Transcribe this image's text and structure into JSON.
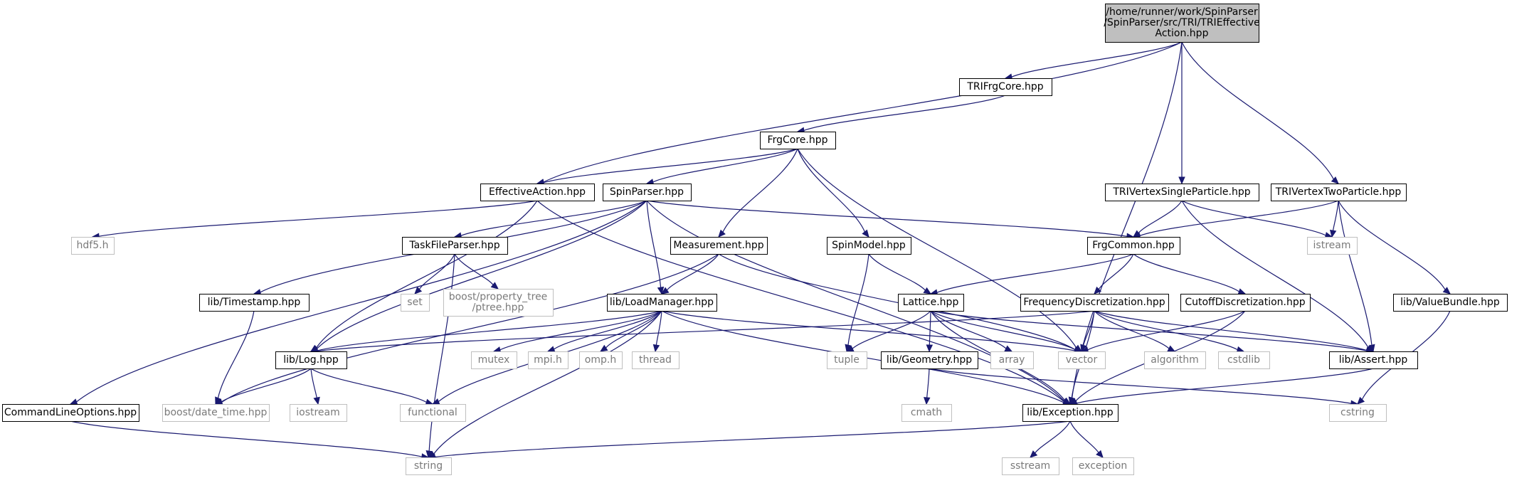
{
  "diagram": {
    "type": "include-dependency-graph",
    "colors": {
      "edge": "#191970",
      "root_fill": "#bfbfbf",
      "node_border": "#000000",
      "external_border": "#bfbfbf",
      "external_text": "#7a7a7a"
    },
    "nodes": [
      {
        "id": "root",
        "lines": [
          "/home/runner/work/SpinParser",
          "/SpinParser/src/TRI/TRIEffective",
          "Action.hpp"
        ],
        "kind": "root"
      },
      {
        "id": "trifrgcore",
        "lines": [
          "TRIFrgCore.hpp"
        ],
        "kind": "project"
      },
      {
        "id": "frgcore",
        "lines": [
          "FrgCore.hpp"
        ],
        "kind": "project"
      },
      {
        "id": "effectiveaction",
        "lines": [
          "EffectiveAction.hpp"
        ],
        "kind": "project"
      },
      {
        "id": "spinparser",
        "lines": [
          "SpinParser.hpp"
        ],
        "kind": "project"
      },
      {
        "id": "trivsp",
        "lines": [
          "TRIVertexSingleParticle.hpp"
        ],
        "kind": "project"
      },
      {
        "id": "trivtp",
        "lines": [
          "TRIVertexTwoParticle.hpp"
        ],
        "kind": "project"
      },
      {
        "id": "hdf5",
        "lines": [
          "hdf5.h"
        ],
        "kind": "external"
      },
      {
        "id": "taskfileparser",
        "lines": [
          "TaskFileParser.hpp"
        ],
        "kind": "project"
      },
      {
        "id": "measurement",
        "lines": [
          "Measurement.hpp"
        ],
        "kind": "project"
      },
      {
        "id": "spinmodel",
        "lines": [
          "SpinModel.hpp"
        ],
        "kind": "project"
      },
      {
        "id": "frgcommon",
        "lines": [
          "FrgCommon.hpp"
        ],
        "kind": "project"
      },
      {
        "id": "istream",
        "lines": [
          "istream"
        ],
        "kind": "external"
      },
      {
        "id": "set",
        "lines": [
          "set"
        ],
        "kind": "external"
      },
      {
        "id": "ptree",
        "lines": [
          "boost/property_tree",
          "/ptree.hpp"
        ],
        "kind": "external"
      },
      {
        "id": "timestamp",
        "lines": [
          "lib/Timestamp.hpp"
        ],
        "kind": "project"
      },
      {
        "id": "loadmanager",
        "lines": [
          "lib/LoadManager.hpp"
        ],
        "kind": "project"
      },
      {
        "id": "lattice",
        "lines": [
          "Lattice.hpp"
        ],
        "kind": "project"
      },
      {
        "id": "freqdisc",
        "lines": [
          "FrequencyDiscretization.hpp"
        ],
        "kind": "project"
      },
      {
        "id": "cutoffdisc",
        "lines": [
          "CutoffDiscretization.hpp"
        ],
        "kind": "project"
      },
      {
        "id": "valuebundle",
        "lines": [
          "lib/ValueBundle.hpp"
        ],
        "kind": "project"
      },
      {
        "id": "log",
        "lines": [
          "lib/Log.hpp"
        ],
        "kind": "project"
      },
      {
        "id": "mutex",
        "lines": [
          "mutex"
        ],
        "kind": "external"
      },
      {
        "id": "mpih",
        "lines": [
          "mpi.h"
        ],
        "kind": "external"
      },
      {
        "id": "omph",
        "lines": [
          "omp.h"
        ],
        "kind": "external"
      },
      {
        "id": "thread",
        "lines": [
          "thread"
        ],
        "kind": "external"
      },
      {
        "id": "tuple",
        "lines": [
          "tuple"
        ],
        "kind": "external"
      },
      {
        "id": "geometry",
        "lines": [
          "lib/Geometry.hpp"
        ],
        "kind": "project"
      },
      {
        "id": "array",
        "lines": [
          "array"
        ],
        "kind": "external"
      },
      {
        "id": "vector",
        "lines": [
          "vector"
        ],
        "kind": "external"
      },
      {
        "id": "algorithm",
        "lines": [
          "algorithm"
        ],
        "kind": "external"
      },
      {
        "id": "cstdlib",
        "lines": [
          "cstdlib"
        ],
        "kind": "external"
      },
      {
        "id": "assert",
        "lines": [
          "lib/Assert.hpp"
        ],
        "kind": "project"
      },
      {
        "id": "cmdline",
        "lines": [
          "CommandLineOptions.hpp"
        ],
        "kind": "project"
      },
      {
        "id": "datetime",
        "lines": [
          "boost/date_time.hpp"
        ],
        "kind": "external"
      },
      {
        "id": "iostream",
        "lines": [
          "iostream"
        ],
        "kind": "external"
      },
      {
        "id": "functional",
        "lines": [
          "functional"
        ],
        "kind": "external"
      },
      {
        "id": "cmath",
        "lines": [
          "cmath"
        ],
        "kind": "external"
      },
      {
        "id": "exception_hpp",
        "lines": [
          "lib/Exception.hpp"
        ],
        "kind": "project"
      },
      {
        "id": "cstring",
        "lines": [
          "cstring"
        ],
        "kind": "external"
      },
      {
        "id": "string",
        "lines": [
          "string"
        ],
        "kind": "external"
      },
      {
        "id": "sstream",
        "lines": [
          "sstream"
        ],
        "kind": "external"
      },
      {
        "id": "exception",
        "lines": [
          "exception"
        ],
        "kind": "external"
      }
    ],
    "edges": [
      [
        "root",
        "trifrgcore"
      ],
      [
        "root",
        "effectiveaction"
      ],
      [
        "root",
        "trivsp"
      ],
      [
        "root",
        "trivtp"
      ],
      [
        "root",
        "exception_hpp"
      ],
      [
        "trifrgcore",
        "frgcore"
      ],
      [
        "frgcore",
        "effectiveaction"
      ],
      [
        "frgcore",
        "spinparser"
      ],
      [
        "frgcore",
        "measurement"
      ],
      [
        "frgcore",
        "spinmodel"
      ],
      [
        "frgcore",
        "vector"
      ],
      [
        "effectiveaction",
        "hdf5"
      ],
      [
        "effectiveaction",
        "log"
      ],
      [
        "effectiveaction",
        "exception_hpp"
      ],
      [
        "spinparser",
        "cmdline"
      ],
      [
        "spinparser",
        "timestamp"
      ],
      [
        "spinparser",
        "taskfileparser"
      ],
      [
        "spinparser",
        "loadmanager"
      ],
      [
        "spinparser",
        "log"
      ],
      [
        "spinparser",
        "frgcommon"
      ],
      [
        "spinparser",
        "exception_hpp"
      ],
      [
        "trivsp",
        "frgcommon"
      ],
      [
        "trivsp",
        "istream"
      ],
      [
        "trivsp",
        "assert"
      ],
      [
        "trivtp",
        "frgcommon"
      ],
      [
        "trivtp",
        "istream"
      ],
      [
        "trivtp",
        "assert"
      ],
      [
        "trivtp",
        "valuebundle"
      ],
      [
        "taskfileparser",
        "set"
      ],
      [
        "taskfileparser",
        "ptree"
      ],
      [
        "taskfileparser",
        "string"
      ],
      [
        "measurement",
        "loadmanager"
      ],
      [
        "measurement",
        "vector"
      ],
      [
        "measurement",
        "datetime"
      ],
      [
        "spinmodel",
        "lattice"
      ],
      [
        "spinmodel",
        "tuple"
      ],
      [
        "frgcommon",
        "lattice"
      ],
      [
        "frgcommon",
        "freqdisc"
      ],
      [
        "frgcommon",
        "cutoffdisc"
      ],
      [
        "timestamp",
        "datetime"
      ],
      [
        "loadmanager",
        "log"
      ],
      [
        "loadmanager",
        "mutex"
      ],
      [
        "loadmanager",
        "mpih"
      ],
      [
        "loadmanager",
        "omph"
      ],
      [
        "loadmanager",
        "thread"
      ],
      [
        "loadmanager",
        "vector"
      ],
      [
        "loadmanager",
        "functional"
      ],
      [
        "loadmanager",
        "string"
      ],
      [
        "loadmanager",
        "exception_hpp"
      ],
      [
        "lattice",
        "tuple"
      ],
      [
        "lattice",
        "geometry"
      ],
      [
        "lattice",
        "array"
      ],
      [
        "lattice",
        "vector"
      ],
      [
        "lattice",
        "assert"
      ],
      [
        "lattice",
        "exception_hpp"
      ],
      [
        "freqdisc",
        "log"
      ],
      [
        "freqdisc",
        "vector"
      ],
      [
        "freqdisc",
        "algorithm"
      ],
      [
        "freqdisc",
        "cstdlib"
      ],
      [
        "freqdisc",
        "assert"
      ],
      [
        "freqdisc",
        "exception_hpp"
      ],
      [
        "cutoffdisc",
        "vector"
      ],
      [
        "cutoffdisc",
        "exception_hpp"
      ],
      [
        "valuebundle",
        "cstring"
      ],
      [
        "log",
        "datetime"
      ],
      [
        "log",
        "iostream"
      ],
      [
        "log",
        "functional"
      ],
      [
        "geometry",
        "cmath"
      ],
      [
        "geometry",
        "cstring"
      ],
      [
        "assert",
        "exception_hpp"
      ],
      [
        "cmdline",
        "string"
      ],
      [
        "exception_hpp",
        "string"
      ],
      [
        "exception_hpp",
        "sstream"
      ],
      [
        "exception_hpp",
        "exception"
      ]
    ]
  }
}
